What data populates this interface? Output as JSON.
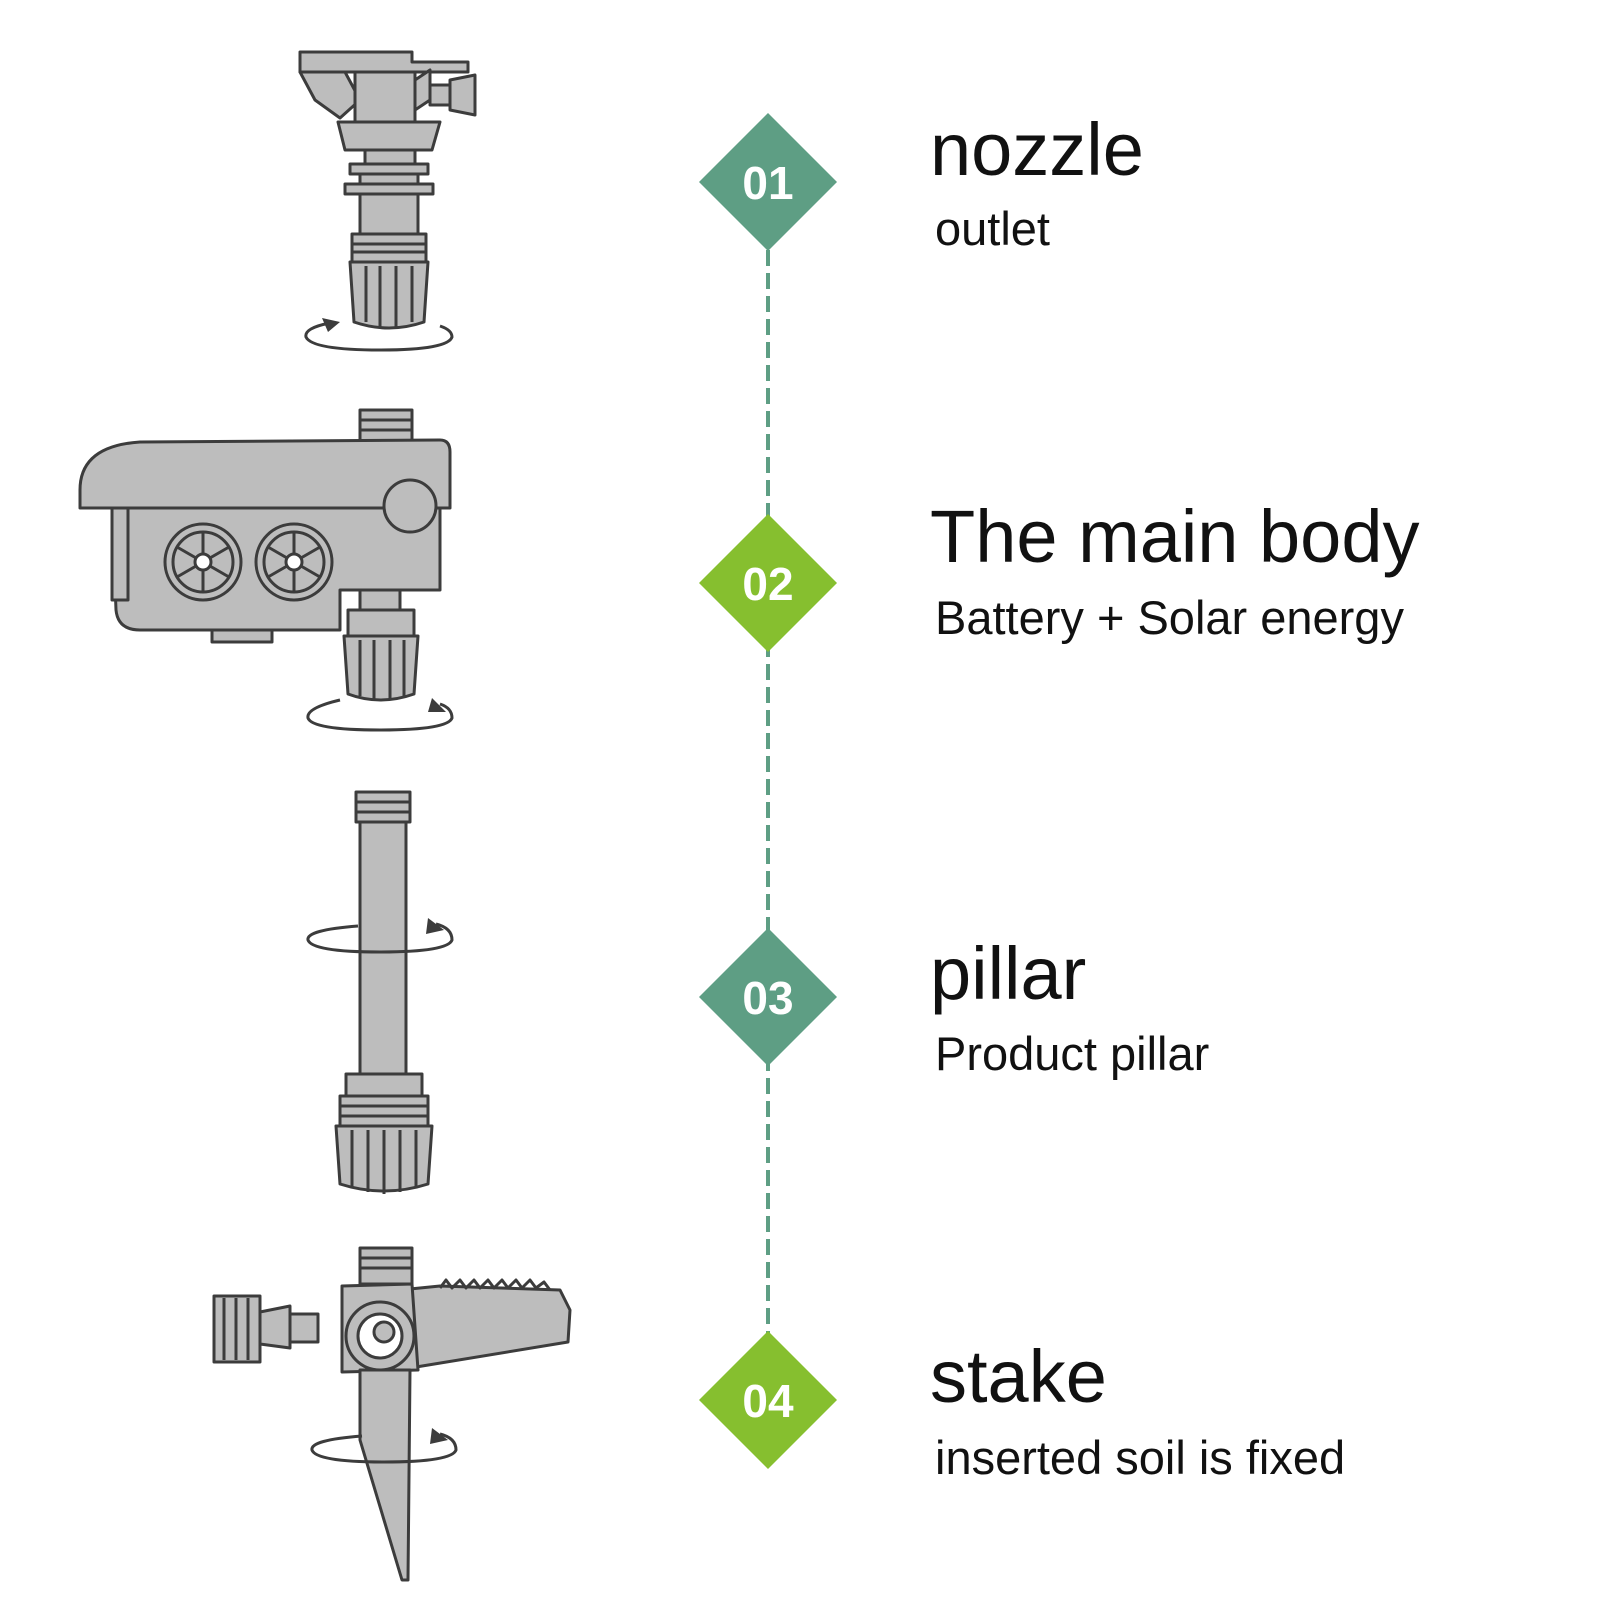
{
  "colors": {
    "teal": "#5e9e84",
    "green": "#86bf2f",
    "part_fill": "#bdbdbd",
    "outline": "#3c3c3c",
    "text": "#111111"
  },
  "steps": [
    {
      "number": "01",
      "title": "nozzle",
      "subtitle": "outlet",
      "badge_color": "teal",
      "part_icon": "sprinkler-nozzle-icon"
    },
    {
      "number": "02",
      "title": "The main body",
      "subtitle": "Battery + Solar energy",
      "badge_color": "green",
      "part_icon": "timer-body-icon"
    },
    {
      "number": "03",
      "title": "pillar",
      "subtitle": "Product pillar",
      "badge_color": "teal",
      "part_icon": "pillar-tube-icon"
    },
    {
      "number": "04",
      "title": "stake",
      "subtitle": "inserted soil is fixed",
      "badge_color": "green",
      "part_icon": "ground-stake-icon"
    }
  ]
}
